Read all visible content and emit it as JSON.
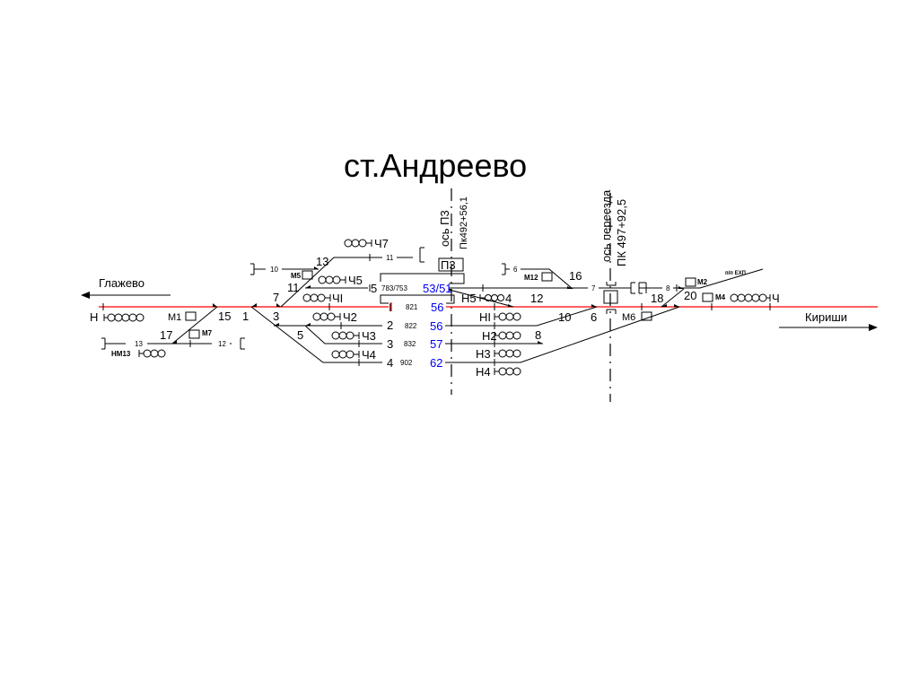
{
  "title": "ст.Андреево",
  "directions": {
    "left": "Глажево",
    "right": "Кириши"
  },
  "axes": {
    "p3_axis": "ось П3",
    "p3_pk": "Пк492+56,1",
    "crossing_axis": "ось переезда",
    "crossing_pk": "ПК 497+92,5",
    "p3_box": "П3"
  },
  "colors": {
    "main_track": "#ff0000",
    "length_labels": "#0000ee"
  },
  "switches": [
    "1",
    "3",
    "5",
    "7",
    "11",
    "13",
    "15",
    "17",
    "4",
    "12",
    "16",
    "10",
    "8",
    "6",
    "18",
    "20"
  ],
  "tracks": {
    "t5": "5",
    "t2": "2",
    "t3": "3",
    "t4": "4",
    "t10": "10",
    "t11": "11",
    "t13": "13",
    "t12": "12",
    "t6": "6",
    "t7": "7",
    "t8": "8",
    "t1": "I"
  },
  "lengths": {
    "l5": "783/753",
    "l5b": "53/51",
    "l1": "821",
    "l1b": "56",
    "l2": "822",
    "l2b": "56",
    "l3": "832",
    "l3b": "57",
    "l4": "902",
    "l4b": "62"
  },
  "signals": {
    "ch7": "Ч7",
    "ch5": "Ч5",
    "chI": "ЧI",
    "ch2": "Ч2",
    "ch3": "Ч3",
    "ch4": "Ч4",
    "ch": "Ч",
    "n": "Н",
    "nm13": "НМ13",
    "m1": "М1",
    "m5": "М5",
    "m7": "М7",
    "n5": "Н5",
    "nI": "НI",
    "n2": "Н2",
    "n3": "Н3",
    "n4": "Н4",
    "m12": "М12",
    "m6": "М6",
    "m2": "М2",
    "m4": "М4",
    "pp": "п/п ЕХП"
  }
}
